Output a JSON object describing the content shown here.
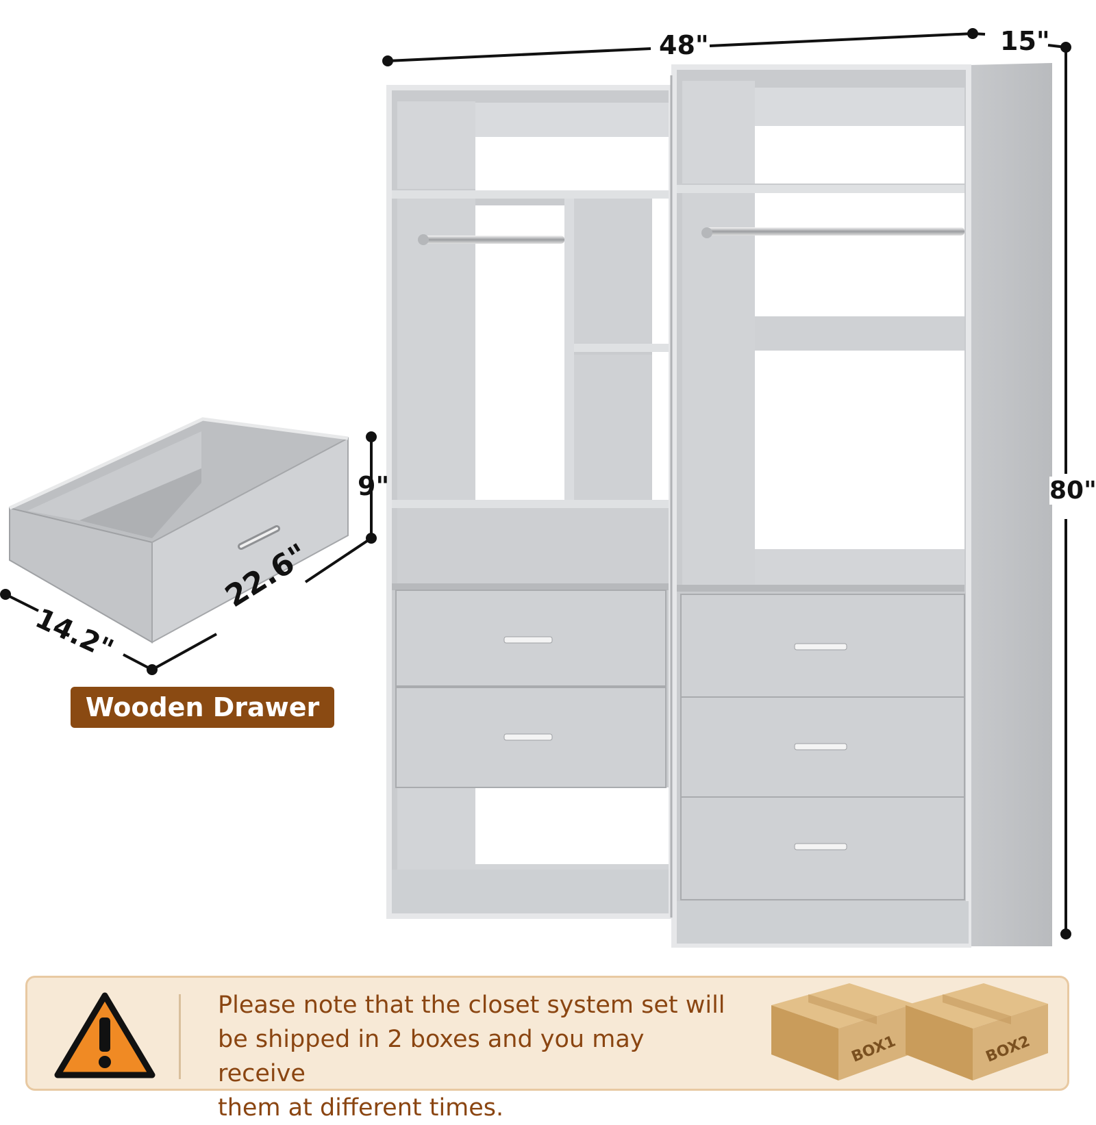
{
  "dimensions": {
    "width": "48\"",
    "depth": "15\"",
    "height": "80\""
  },
  "drawer": {
    "height": "9\"",
    "length": "22.6\"",
    "width": "14.2\"",
    "label": "Wooden Drawer"
  },
  "notice": {
    "icon": "warning-icon",
    "lines": [
      "Please note that the closet system set will",
      "be shipped in 2 boxes and you may receive",
      "them at different times."
    ]
  },
  "boxes": [
    "BOX1",
    "BOX2"
  ],
  "colors": {
    "badge": "#8a4a12",
    "notice_bg": "#f7e9d6",
    "notice_text": "#8a4511",
    "warning_fill": "#f08a24",
    "cardboard": "#d8b27a"
  }
}
